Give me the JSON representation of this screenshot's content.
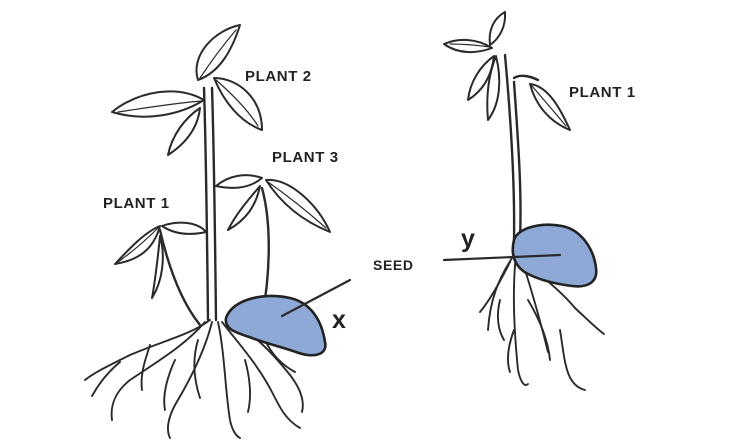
{
  "labels": {
    "left_plant_2": "PLANT 2",
    "left_plant_3": "PLANT 3",
    "left_plant_1": "PLANT 1",
    "right_plant_1": "PLANT 1",
    "seed": "SEED",
    "x": "x",
    "y": "y"
  },
  "colors": {
    "seed_fill": "#8fa9d6",
    "ink": "#222222"
  }
}
